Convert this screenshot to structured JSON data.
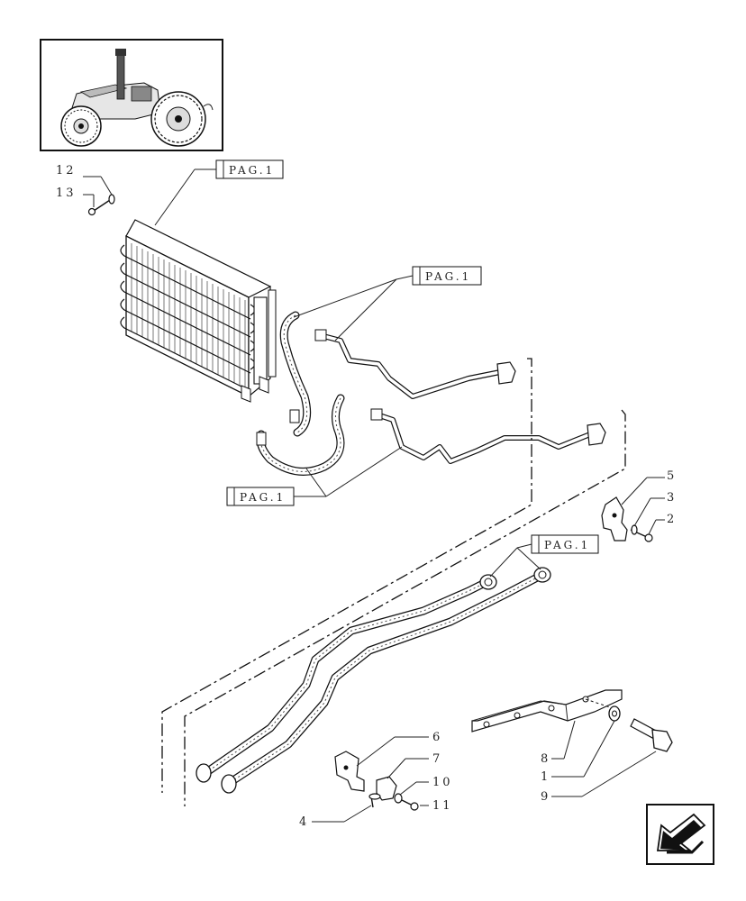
{
  "title": "",
  "page_refs": {
    "radiator": "PAG.1",
    "upper_pipes": "PAG.1",
    "lower_hoses": "PAG.1",
    "long_pipes": "PAG.1"
  },
  "callouts": {
    "c1": "1",
    "c2": "2",
    "c3": "3",
    "c4": "4",
    "c5": "5",
    "c6": "6",
    "c7": "7",
    "c8": "8",
    "c9": "9",
    "c10": "10",
    "c11": "11",
    "c12": "12",
    "c13": "13"
  },
  "icons": {
    "thumbnail": "tractor-thumbnail-icon",
    "nav": "back-arrow-icon"
  },
  "colors": {
    "ink": "#111111",
    "paper": "#ffffff"
  }
}
